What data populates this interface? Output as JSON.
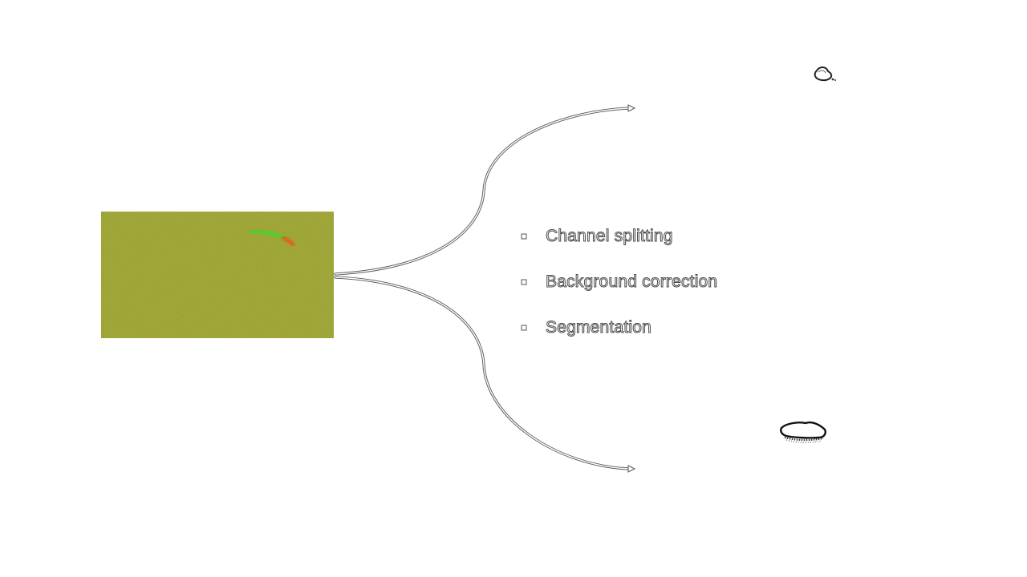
{
  "steps": [
    {
      "label": "Channel splitting"
    },
    {
      "label": "Background correction"
    },
    {
      "label": "Segmentation"
    }
  ],
  "colors": {
    "background": "#ffffff",
    "micrograph_base": "#6b6a1a",
    "green_channel": "#3fd62a",
    "red_channel": "#e0641e",
    "arrow_stroke": "#555555"
  }
}
